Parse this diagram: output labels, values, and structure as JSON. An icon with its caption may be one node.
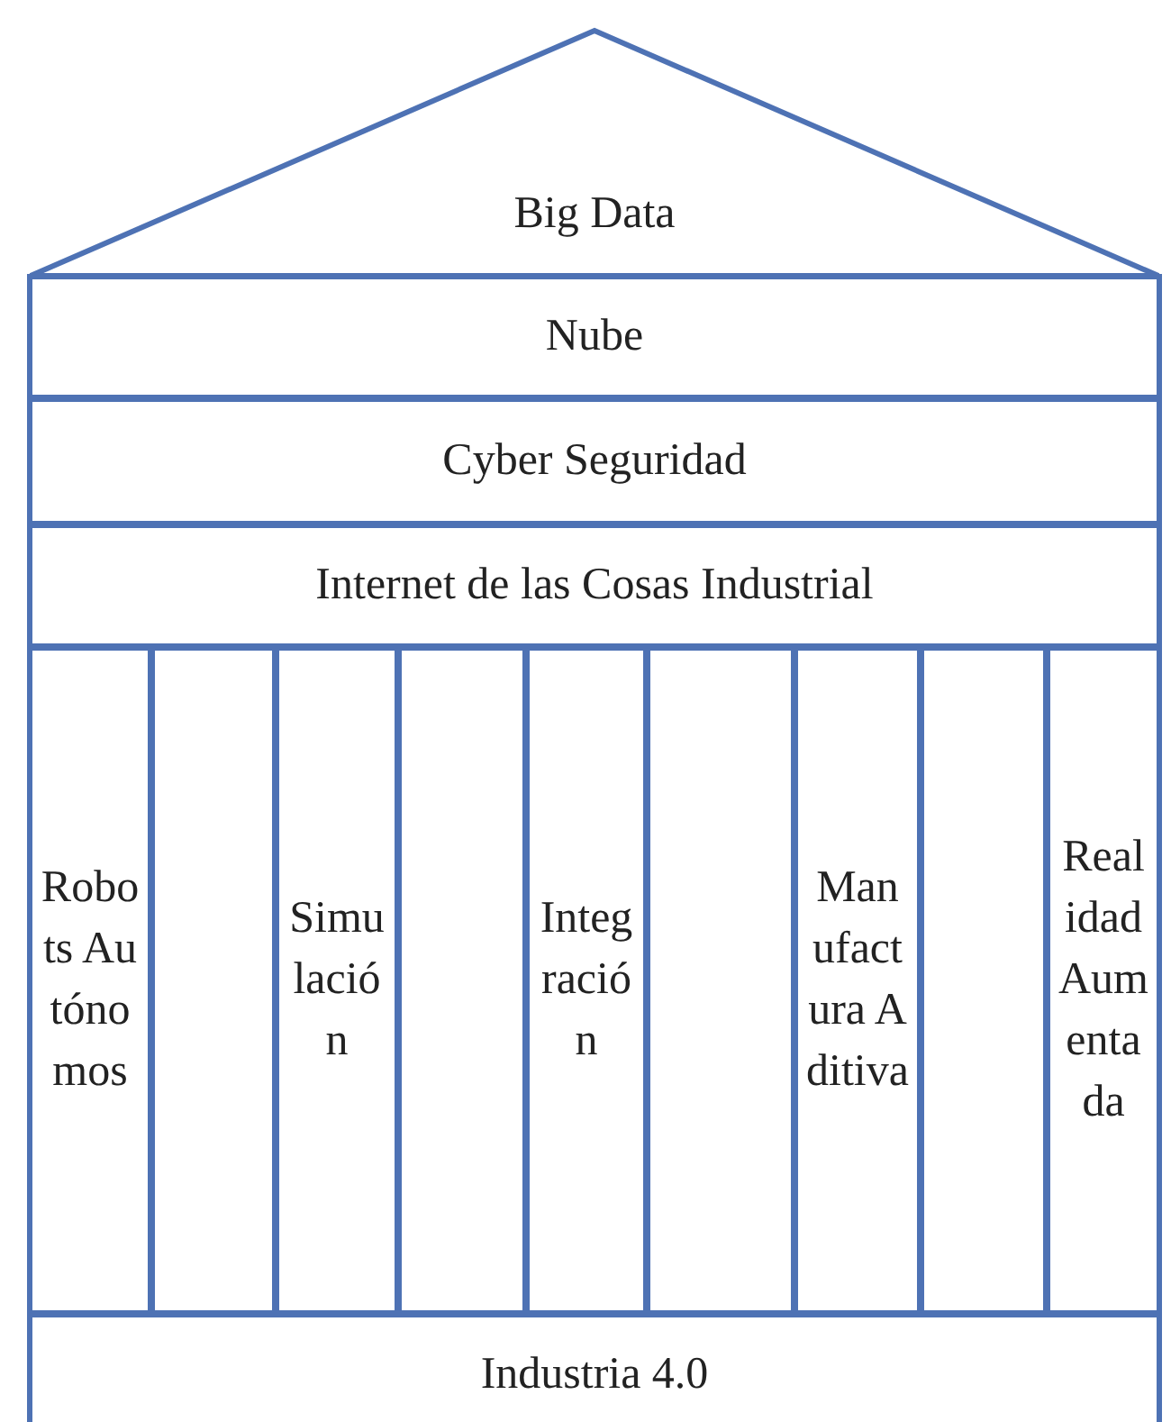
{
  "diagram": {
    "nodes": [
      {
        "text": [
          "Big Data"
        ]
      },
      {
        "text": [
          "Nube"
        ]
      },
      {
        "text": [
          "Cyber Seguridad"
        ]
      },
      {
        "text": [
          "Internet de las Cosas Industrial"
        ]
      },
      {
        "text": [
          "Robots Autónomos"
        ]
      },
      {
        "text": [],
        "shape": "box"
      },
      {
        "text": [
          "Simulación"
        ]
      },
      {
        "text": [],
        "shape": "box"
      },
      {
        "text": [
          "Integración"
        ]
      },
      {
        "text": [],
        "shape": "box"
      },
      {
        "text": [
          "Manufactura Aditiva"
        ]
      },
      {
        "text": [],
        "shape": "box"
      },
      {
        "text": [
          "Realidad Aumentada"
        ]
      },
      {
        "text": [
          "Industria 4.0"
        ]
      }
    ],
    "edges": []
  }
}
